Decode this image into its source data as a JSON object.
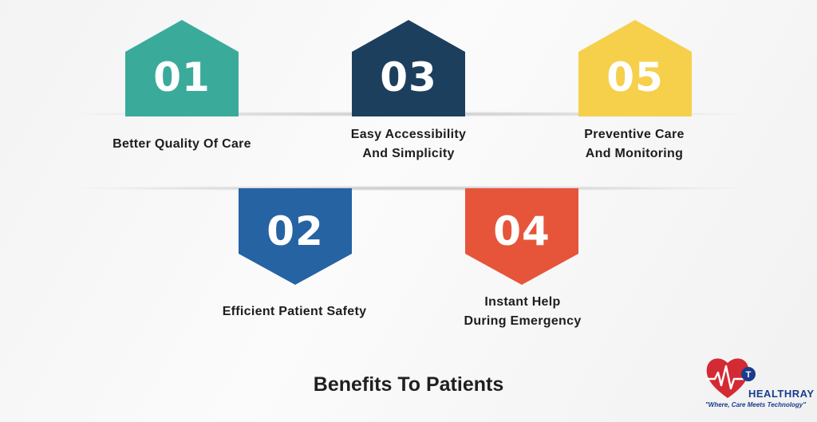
{
  "items": [
    {
      "number": "01",
      "label_lines": [
        "Better Quality Of Care"
      ],
      "color": "#3aab9a"
    },
    {
      "number": "02",
      "label_lines": [
        "Efficient Patient Safety"
      ],
      "color": "#2563a3"
    },
    {
      "number": "03",
      "label_lines": [
        "Easy Accessibility",
        "And Simplicity"
      ],
      "color": "#1d3f5e"
    },
    {
      "number": "04",
      "label_lines": [
        "Instant Help",
        "During Emergency"
      ],
      "color": "#e6553a"
    },
    {
      "number": "05",
      "label_lines": [
        "Preventive Care",
        "And Monitoring"
      ],
      "color": "#f6d04b"
    }
  ],
  "title": "Benefits To Patients",
  "logo": {
    "name": "HEALTHRAY",
    "tagline": "\"Where, Care Meets Technology\"",
    "heart_color": "#d32a33",
    "brand_color": "#1a3c8c"
  }
}
